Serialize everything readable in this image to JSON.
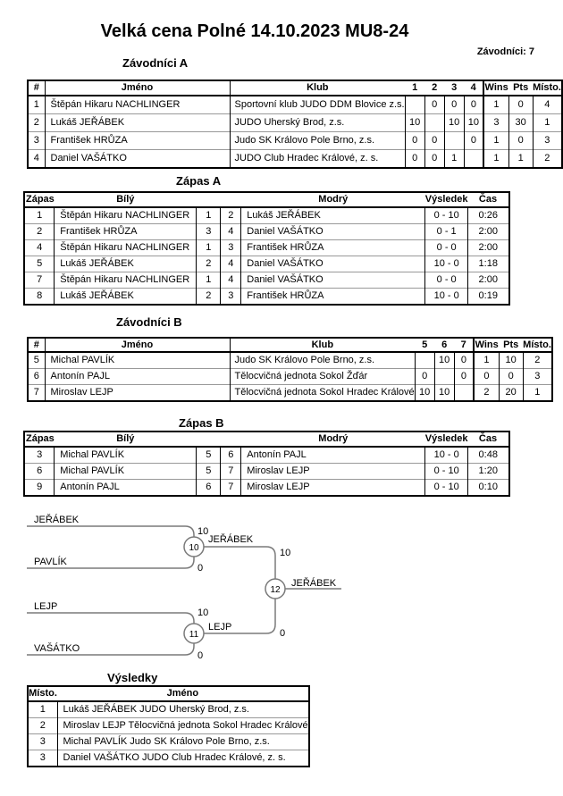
{
  "page": {
    "title": "Velká cena Polné 14.10.2023 MU8-24",
    "competitors_total": "Závodníci: 7"
  },
  "zavodnici_a": {
    "section_title": "Závodníci A",
    "headers": {
      "num": "#",
      "name": "Jméno",
      "club": "Klub",
      "c1": "1",
      "c2": "2",
      "c3": "3",
      "c4": "4",
      "wins": "Wins",
      "pts": "Pts",
      "place": "Místo."
    },
    "rows": [
      {
        "num": "1",
        "name": "Štěpán Hikaru NACHLINGER",
        "club": "Sportovní klub JUDO DDM Blovice z.s.",
        "v1": "",
        "v2": "0",
        "v3": "0",
        "v4": "0",
        "wins": "1",
        "pts": "0",
        "place": "4"
      },
      {
        "num": "2",
        "name": "Lukáš JEŘÁBEK",
        "club": "JUDO Uherský Brod, z.s.",
        "v1": "10",
        "v2": "",
        "v3": "10",
        "v4": "10",
        "wins": "3",
        "pts": "30",
        "place": "1"
      },
      {
        "num": "3",
        "name": "František HRŮZA",
        "club": "Judo SK Královo Pole Brno, z.s.",
        "v1": "0",
        "v2": "0",
        "v3": "",
        "v4": "0",
        "wins": "1",
        "pts": "0",
        "place": "3"
      },
      {
        "num": "4",
        "name": "Daniel VAŠÁTKO",
        "club": "JUDO Club Hradec Králové, z. s.",
        "v1": "0",
        "v2": "0",
        "v3": "1",
        "v4": "",
        "wins": "1",
        "pts": "1",
        "place": "2"
      }
    ]
  },
  "zapas_a": {
    "section_title": "Zápas A",
    "headers": {
      "match": "Zápas",
      "white": "Bílý",
      "blue": "Modrý",
      "result": "Výsledek",
      "time": "Čas"
    },
    "rows": [
      {
        "match": "1",
        "white": "Štěpán Hikaru NACHLINGER",
        "white_num": "1",
        "blue_num": "2",
        "blue": "Lukáš JEŘÁBEK",
        "result": "0 - 10",
        "time": "0:26"
      },
      {
        "match": "2",
        "white": "František HRŮZA",
        "white_num": "3",
        "blue_num": "4",
        "blue": "Daniel VAŠÁTKO",
        "result": "0 - 1",
        "time": "2:00"
      },
      {
        "match": "4",
        "white": "Štěpán Hikaru NACHLINGER",
        "white_num": "1",
        "blue_num": "3",
        "blue": "František HRŮZA",
        "result": "0 - 0",
        "time": "2:00"
      },
      {
        "match": "5",
        "white": "Lukáš JEŘÁBEK",
        "white_num": "2",
        "blue_num": "4",
        "blue": "Daniel VAŠÁTKO",
        "result": "10 - 0",
        "time": "1:18"
      },
      {
        "match": "7",
        "white": "Štěpán Hikaru NACHLINGER",
        "white_num": "1",
        "blue_num": "4",
        "blue": "Daniel VAŠÁTKO",
        "result": "0 - 0",
        "time": "2:00"
      },
      {
        "match": "8",
        "white": "Lukáš JEŘÁBEK",
        "white_num": "2",
        "blue_num": "3",
        "blue": "František HRŮZA",
        "result": "10 - 0",
        "time": "0:19"
      }
    ]
  },
  "zavodnici_b": {
    "section_title": "Závodníci B",
    "headers": {
      "num": "#",
      "name": "Jméno",
      "club": "Klub",
      "c5": "5",
      "c6": "6",
      "c7": "7",
      "wins": "Wins",
      "pts": "Pts",
      "place": "Místo."
    },
    "rows": [
      {
        "num": "5",
        "name": "Michal PAVLÍK",
        "club": "Judo SK Královo Pole Brno, z.s.",
        "v5": "",
        "v6": "10",
        "v7": "0",
        "wins": "1",
        "pts": "10",
        "place": "2"
      },
      {
        "num": "6",
        "name": "Antonín PAJL",
        "club": "Tělocvičná jednota Sokol Žďár",
        "v5": "0",
        "v6": "",
        "v7": "0",
        "wins": "0",
        "pts": "0",
        "place": "3"
      },
      {
        "num": "7",
        "name": "Miroslav LEJP",
        "club": "Tělocvičná jednota Sokol Hradec Králové",
        "v5": "10",
        "v6": "10",
        "v7": "",
        "wins": "2",
        "pts": "20",
        "place": "1"
      }
    ]
  },
  "zapas_b": {
    "section_title": "Zápas B",
    "headers": {
      "match": "Zápas",
      "white": "Bílý",
      "blue": "Modrý",
      "result": "Výsledek",
      "time": "Čas"
    },
    "rows": [
      {
        "match": "3",
        "white": "Michal PAVLÍK",
        "white_num": "5",
        "blue_num": "6",
        "blue": "Antonín PAJL",
        "result": "10 - 0",
        "time": "0:48"
      },
      {
        "match": "6",
        "white": "Michal PAVLÍK",
        "white_num": "5",
        "blue_num": "7",
        "blue": "Miroslav LEJP",
        "result": "0 - 10",
        "time": "1:20"
      },
      {
        "match": "9",
        "white": "Antonín PAJL",
        "white_num": "6",
        "blue_num": "7",
        "blue": "Miroslav LEJP",
        "result": "0 - 10",
        "time": "0:10"
      }
    ]
  },
  "bracket": {
    "semi1": {
      "top_name": "JEŘÁBEK",
      "top_score": "10",
      "bottom_name": "PAVLÍK",
      "bottom_score": "0",
      "match_num": "10",
      "winner_name": "JEŘÁBEK"
    },
    "semi2": {
      "top_name": "LEJP",
      "top_score": "10",
      "bottom_name": "VAŠÁTKO",
      "bottom_score": "0",
      "match_num": "11",
      "winner_name": "LEJP"
    },
    "final": {
      "top_score": "10",
      "bottom_score": "0",
      "match_num": "12",
      "winner_name": "JEŘÁBEK"
    }
  },
  "vysledky": {
    "section_title": "Výsledky",
    "headers": {
      "place": "Místo.",
      "name": "Jméno"
    },
    "rows": [
      {
        "place": "1",
        "name": "Lukáš JEŘÁBEK JUDO Uherský Brod, z.s."
      },
      {
        "place": "2",
        "name": "Miroslav LEJP Tělocvičná jednota Sokol Hradec Králové"
      },
      {
        "place": "3",
        "name": "Michal PAVLÍK Judo SK Královo Pole Brno, z.s."
      },
      {
        "place": "3",
        "name": "Daniel VAŠÁTKO JUDO Club Hradec Králové, z. s."
      }
    ]
  }
}
